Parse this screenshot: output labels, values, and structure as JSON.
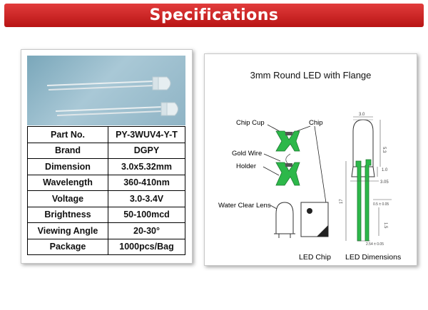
{
  "banner": {
    "title": "Specifications"
  },
  "specs": [
    {
      "label": "Part No.",
      "value": "PY-3WUV4-Y-T"
    },
    {
      "label": "Brand",
      "value": "DGPY"
    },
    {
      "label": "Dimension",
      "value": "3.0x5.32mm"
    },
    {
      "label": "Wavelength",
      "value": "360-410nm"
    },
    {
      "label": "Voltage",
      "value": "3.0-3.4V"
    },
    {
      "label": "Brightness",
      "value": "50-100mcd"
    },
    {
      "label": "Viewing Angle",
      "value": "20-30°"
    },
    {
      "label": "Package",
      "value": "1000pcs/Bag"
    }
  ],
  "diagram": {
    "title": "3mm Round LED with Flange",
    "labels": {
      "chip_cup": "Chip Cup",
      "chip": "Chip",
      "gold_wire": "Gold Wire",
      "holder": "Holder",
      "lens": "Water Clear Lens",
      "led_chip": "LED Chip",
      "led_dimensions": "LED Dimensions"
    },
    "dims": {
      "d_top": "3.0",
      "d_height": "5.3",
      "d_flange": "1.0",
      "d_width": "3.05",
      "d_pin": "0.5 ± 0.05",
      "d_lead": "17",
      "d_lead2": "1.5",
      "d_pitch": "2.54 ± 0.05"
    },
    "colors": {
      "die": "#2db84a",
      "banner": "#c41e1e"
    }
  }
}
